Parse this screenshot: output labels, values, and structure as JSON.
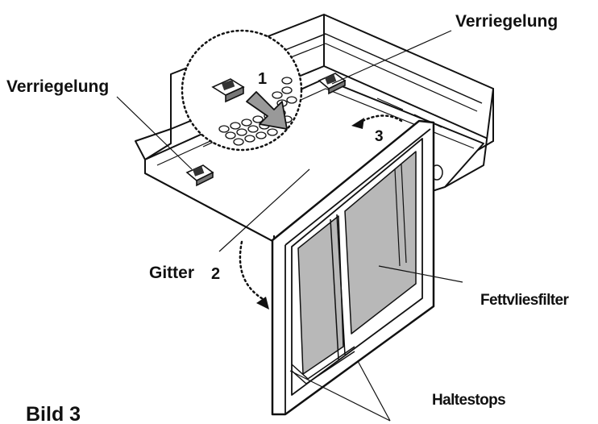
{
  "labels": {
    "lock_right": "Verriegelung",
    "lock_left": "Verriegelung",
    "grid": "Gitter",
    "grid_step": "2",
    "step_one": "1",
    "step_three": "3",
    "filter": "Fettvliesfilter",
    "stops": "Haltestops",
    "figure": "Bild 3"
  },
  "colors": {
    "line": "#111111",
    "filter_fill": "#b8b8b8",
    "frame_fill": "#ffffff",
    "hood_fill": "#ffffff"
  }
}
